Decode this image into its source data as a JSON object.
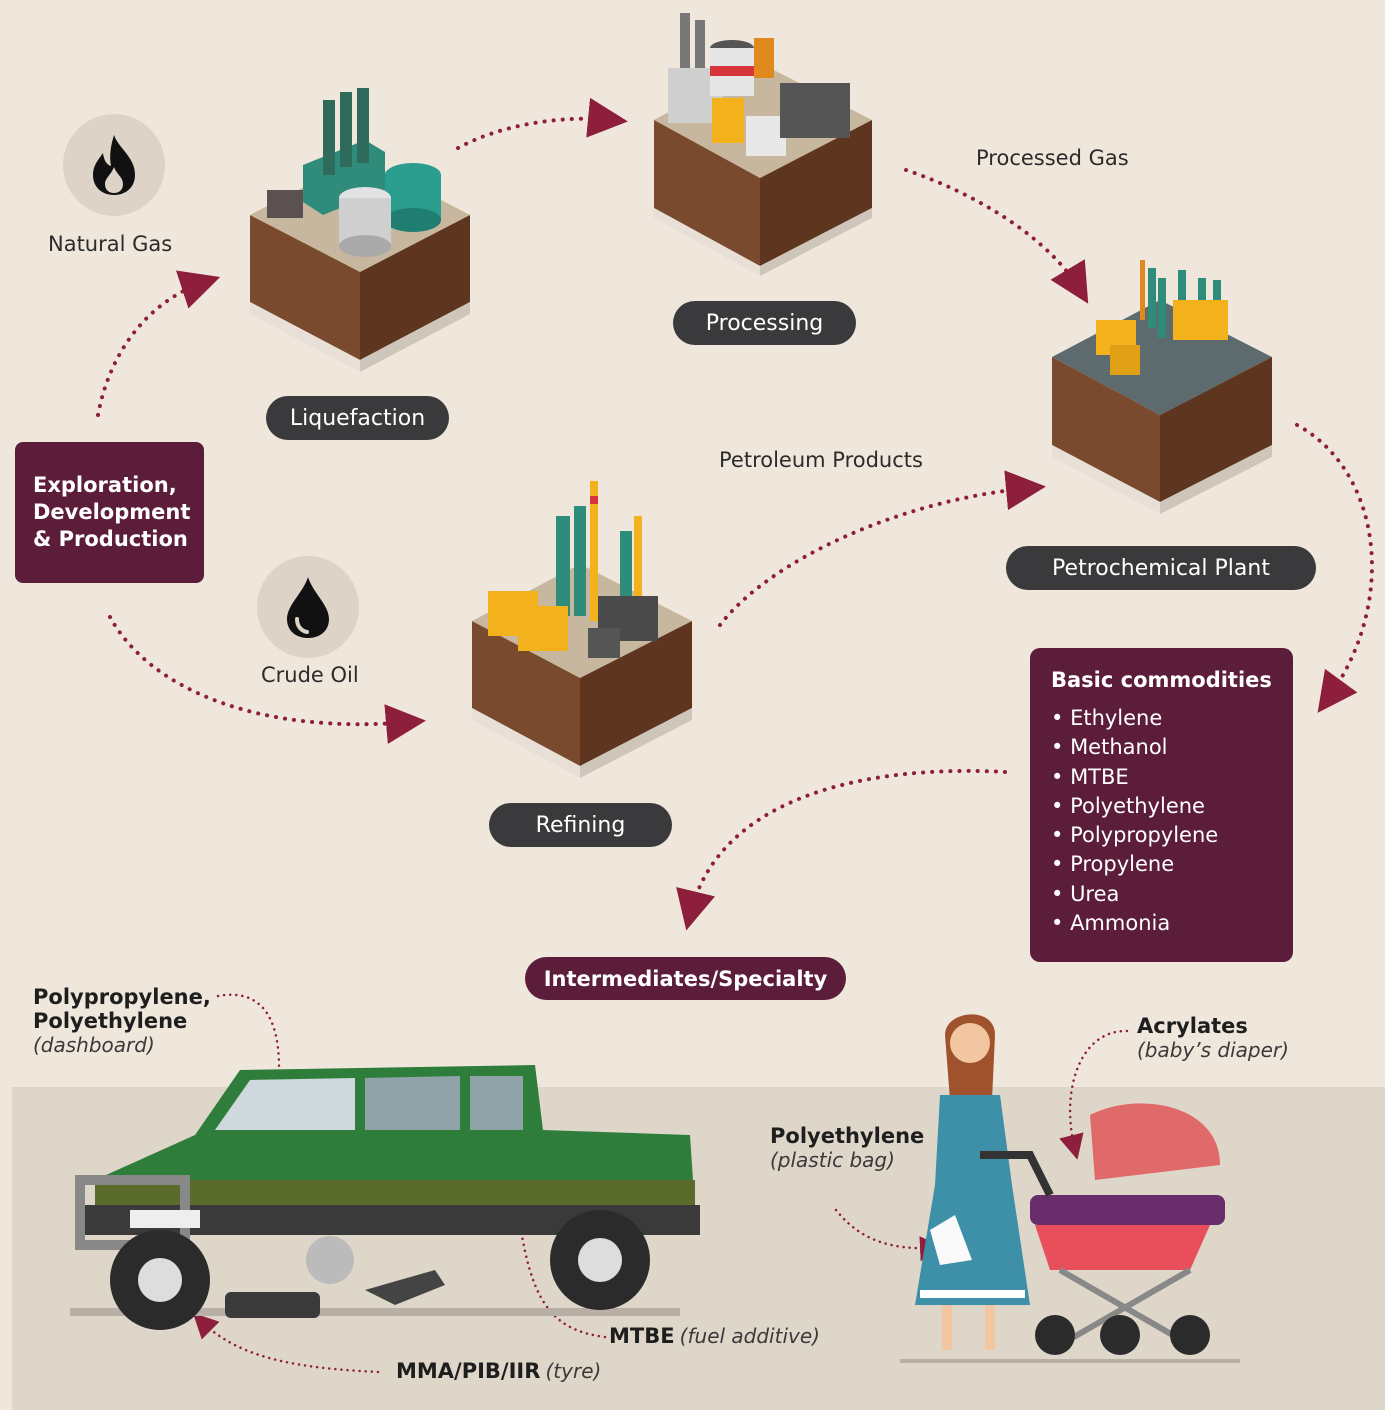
{
  "colors": {
    "maroon": "#5c1d3b",
    "pill": "#3a3a3c",
    "background": "#f0e7dc",
    "ground": "#dfd6ca",
    "arrow": "#8e1f3c"
  },
  "sources": {
    "natural_gas": {
      "label": "Natural Gas",
      "icon": "flame-icon"
    },
    "crude_oil": {
      "label": "Crude Oil",
      "icon": "oil-drop-icon"
    }
  },
  "exploration": {
    "lines": [
      "Exploration,",
      "Development",
      "& Production"
    ]
  },
  "stages": {
    "liquefaction": "Liquefaction",
    "processing": "Processing",
    "refining": "Refining",
    "petrochemical": "Petrochemical Plant"
  },
  "flow_labels": {
    "processed_gas": "Processed Gas",
    "petroleum_products": "Petroleum Products"
  },
  "commodities": {
    "title": "Basic commodities",
    "items": [
      "Ethylene",
      "Methanol",
      "MTBE",
      "Polyethylene",
      "Polypropylene",
      "Propylene",
      "Urea",
      "Ammonia"
    ]
  },
  "intermediates": "Intermediates/Specialty",
  "callouts": {
    "dashboard": {
      "title_lines": [
        "Polypropylene,",
        "Polyethylene"
      ],
      "note": "(dashboard)"
    },
    "mtbe": {
      "title": "MTBE",
      "note": "(fuel additive)"
    },
    "tyre": {
      "title": "MMA/PIB/IIR",
      "note": "(tyre)"
    },
    "bag": {
      "title": "Polyethylene",
      "note": "(plastic bag)"
    },
    "diaper": {
      "title": "Acrylates",
      "note": "(baby’s diaper)"
    }
  }
}
